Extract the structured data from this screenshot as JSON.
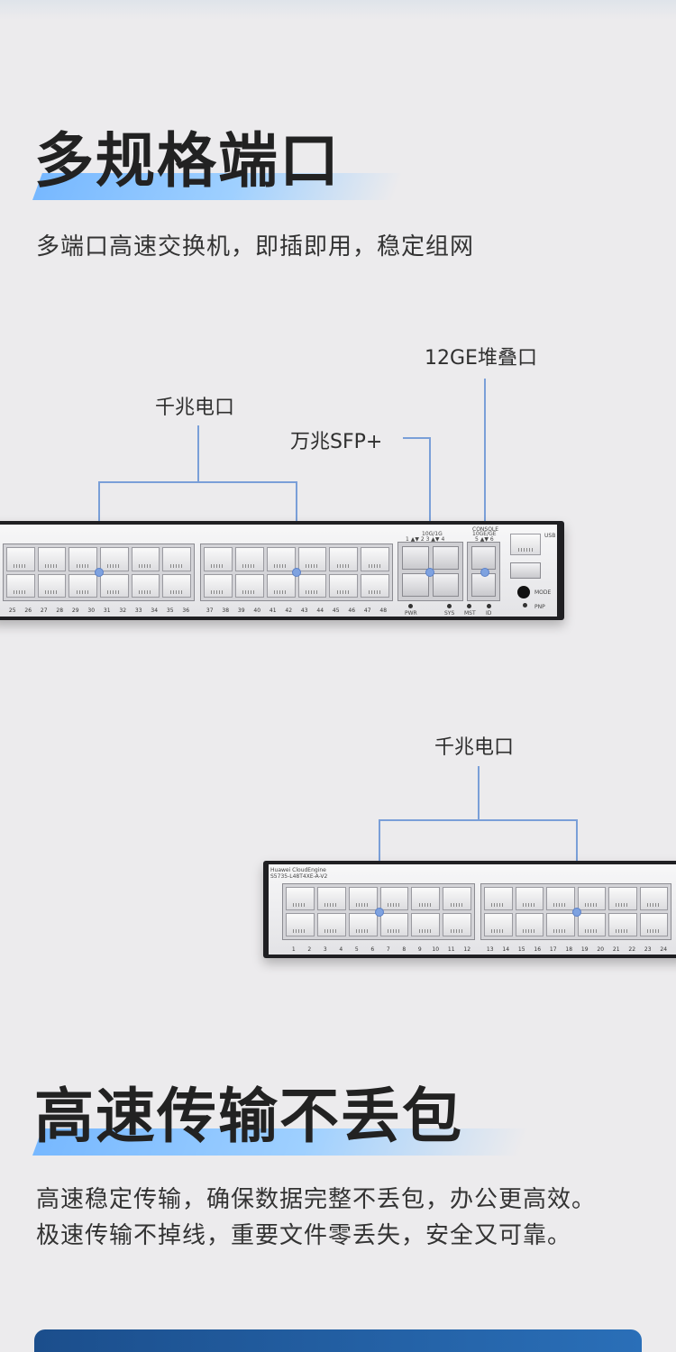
{
  "section1": {
    "title": "多规格端口",
    "subtitle": "多端口高速交换机，即插即用，稳定组网"
  },
  "callouts": {
    "stack_port": "12GE堆叠口",
    "gig_port_top": "千兆电口",
    "sfp_port": "万兆SFP+",
    "gig_port_bottom": "千兆电口"
  },
  "switch_top": {
    "port_numbers": [
      "25",
      "26",
      "27",
      "28",
      "29",
      "30",
      "31",
      "32",
      "33",
      "34",
      "35",
      "36",
      "37",
      "38",
      "39",
      "40",
      "41",
      "42",
      "43",
      "44",
      "45",
      "46",
      "47",
      "48"
    ],
    "sfp_label": "10G/1G",
    "sfp_numbers": "1 ▲▼ 2    3 ▲▼ 4",
    "console_label": "CONSOLE",
    "stack_label": "10GE/GE",
    "stack_numbers": "5 ▲▼ 6",
    "usb_label": "USB",
    "led_labels": [
      "PWR",
      "SYS",
      "MST",
      "ID"
    ],
    "mode_label": "MODE",
    "pnp_label": "PNP"
  },
  "switch_bottom": {
    "brand": "Huawei CloudEngine",
    "model": "S5735-L48T4XE-A-V2",
    "port_numbers": [
      "1",
      "2",
      "3",
      "4",
      "5",
      "6",
      "7",
      "8",
      "9",
      "10",
      "11",
      "12",
      "13",
      "14",
      "15",
      "16",
      "17",
      "18",
      "19",
      "20",
      "21",
      "22",
      "23",
      "24"
    ]
  },
  "section2": {
    "title": "高速传输不丢包",
    "line1": "高速稳定传输，确保数据完整不丢包，办公更高效。",
    "line2": "极速传输不掉线，重要文件零丢失，安全又可靠。"
  },
  "colors": {
    "accent": "#7a9fd8",
    "underline": "#8cc4ff",
    "bottom_bar": "#1b4e8c"
  }
}
